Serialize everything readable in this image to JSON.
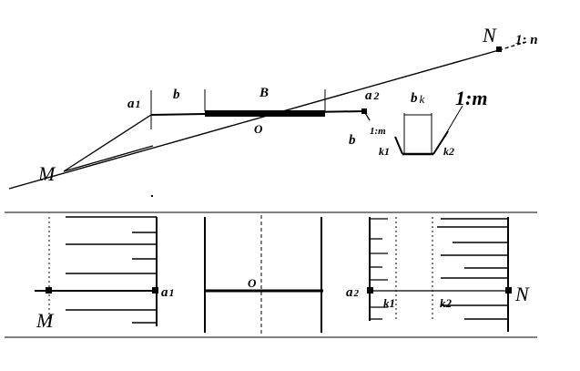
{
  "labels": {
    "N_top": "N",
    "slope_n": "1: n",
    "a1_top": "a",
    "a1_top_sub": "1",
    "b_left": "b",
    "B": "B",
    "O_top": "O",
    "a2_top": "a",
    "a2_top_sub": "2",
    "bk": "b",
    "bk_sub": "k",
    "slope_m_big": "1:m",
    "slope_m_small": "1:m",
    "b_right": "b",
    "k1_top": "k1",
    "k2_top": "k2",
    "M_top": "M",
    "a1_bottom": "a",
    "a1_bottom_sub": "1",
    "O_bottom": "O",
    "a2_bottom": "a",
    "a2_bottom_sub": "2",
    "k1_bottom": "k1",
    "k2_bottom": "k2",
    "N_bottom": "N",
    "M_bottom": "M"
  }
}
